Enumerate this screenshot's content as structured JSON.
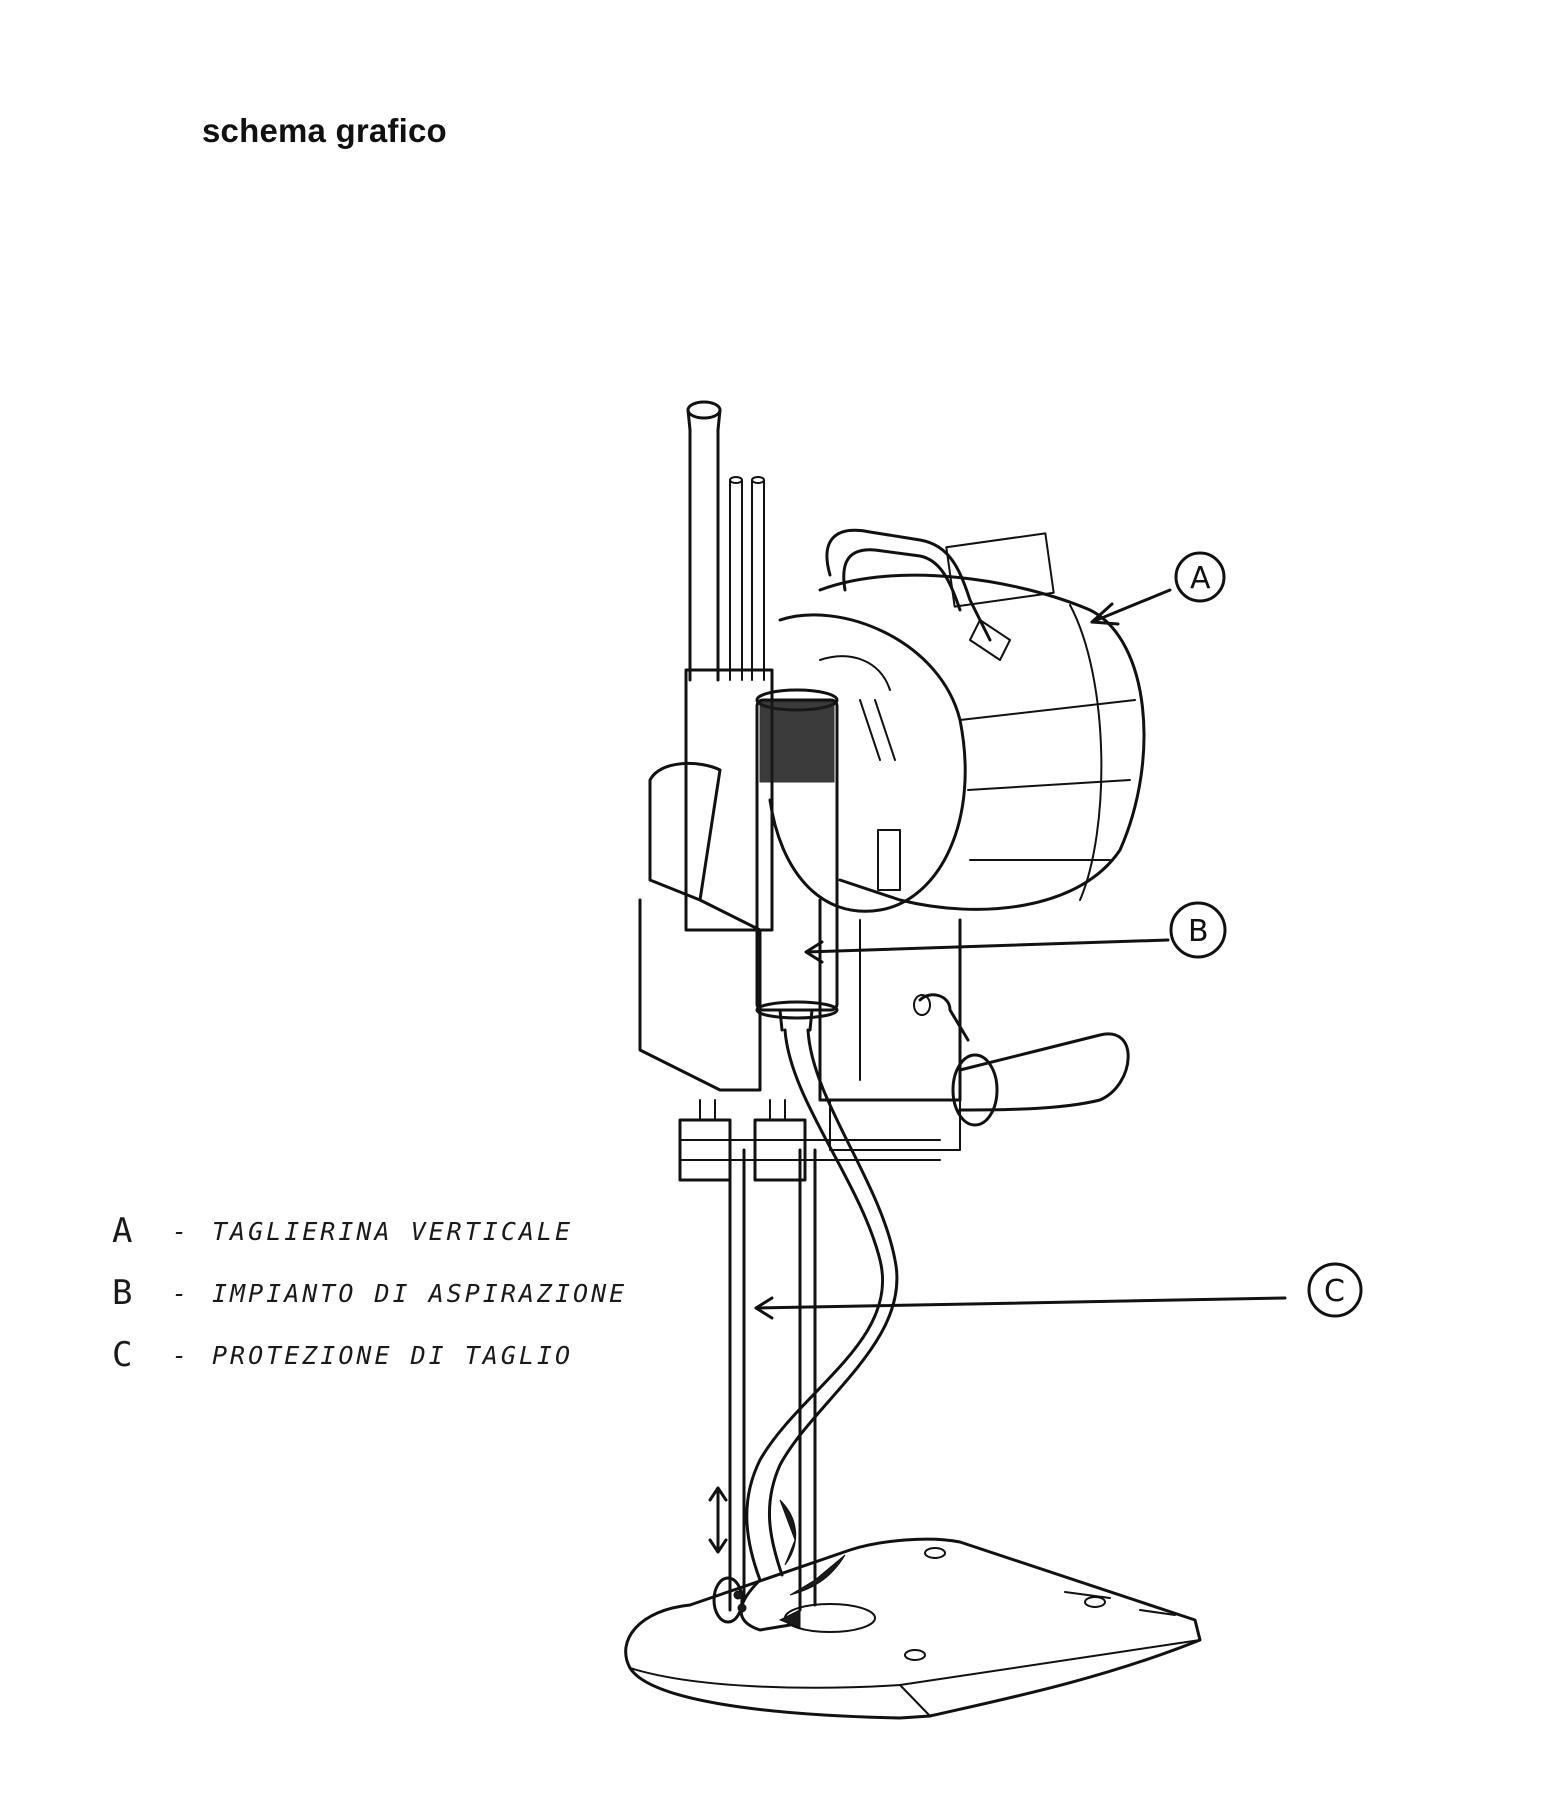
{
  "title": "schema grafico",
  "legend": [
    {
      "letter": "A",
      "text": "TAGLIERINA VERTICALE"
    },
    {
      "letter": "B",
      "text": "IMPIANTO DI ASPIRAZIONE"
    },
    {
      "letter": "C",
      "text": "PROTEZIONE DI TAGLIO"
    }
  ],
  "callouts": {
    "a": "A",
    "b": "B",
    "c": "C"
  }
}
